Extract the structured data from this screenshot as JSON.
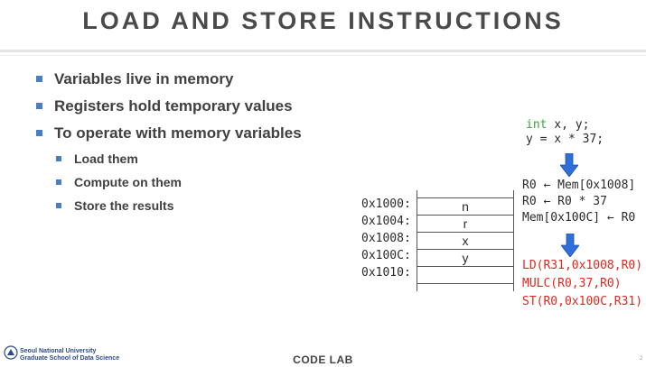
{
  "slide": {
    "title": "LOAD AND STORE INSTRUCTIONS"
  },
  "bullets": [
    {
      "text": "Variables live in memory",
      "level": 1
    },
    {
      "text": "Registers hold temporary values",
      "level": 1
    },
    {
      "text": "To operate with memory variables",
      "level": 1
    },
    {
      "text": "Load them",
      "level": 2
    },
    {
      "text": "Compute on them",
      "level": 2
    },
    {
      "text": "Store the results",
      "level": 2
    }
  ],
  "memory": {
    "addresses": [
      "0x1000:",
      "0x1004:",
      "0x1008:",
      "0x100C:",
      "0x1010:"
    ],
    "cells": [
      "n",
      "r",
      "x",
      "y",
      ""
    ]
  },
  "code": {
    "decl_keyword": "int",
    "decl_rest": " x, y;",
    "assign": "y = x * 37;"
  },
  "asm": [
    "R0 ← Mem[0x1008]",
    "R0 ← R0 * 37",
    "Mem[0x100C] ← R0"
  ],
  "beta": [
    "LD(R31,0x1008,R0)",
    "MULC(R0,37,R0)",
    "ST(R0,0x100C,R31)"
  ],
  "footer": {
    "university": "Seoul National University",
    "school": "Graduate School of Data Science",
    "center": "CODE LAB",
    "page": "2"
  },
  "colors": {
    "bullet": "#4a7ec2",
    "arrow": "#2f6fd8",
    "keyword": "#3aa43a",
    "beta_code": "#e0281f"
  }
}
